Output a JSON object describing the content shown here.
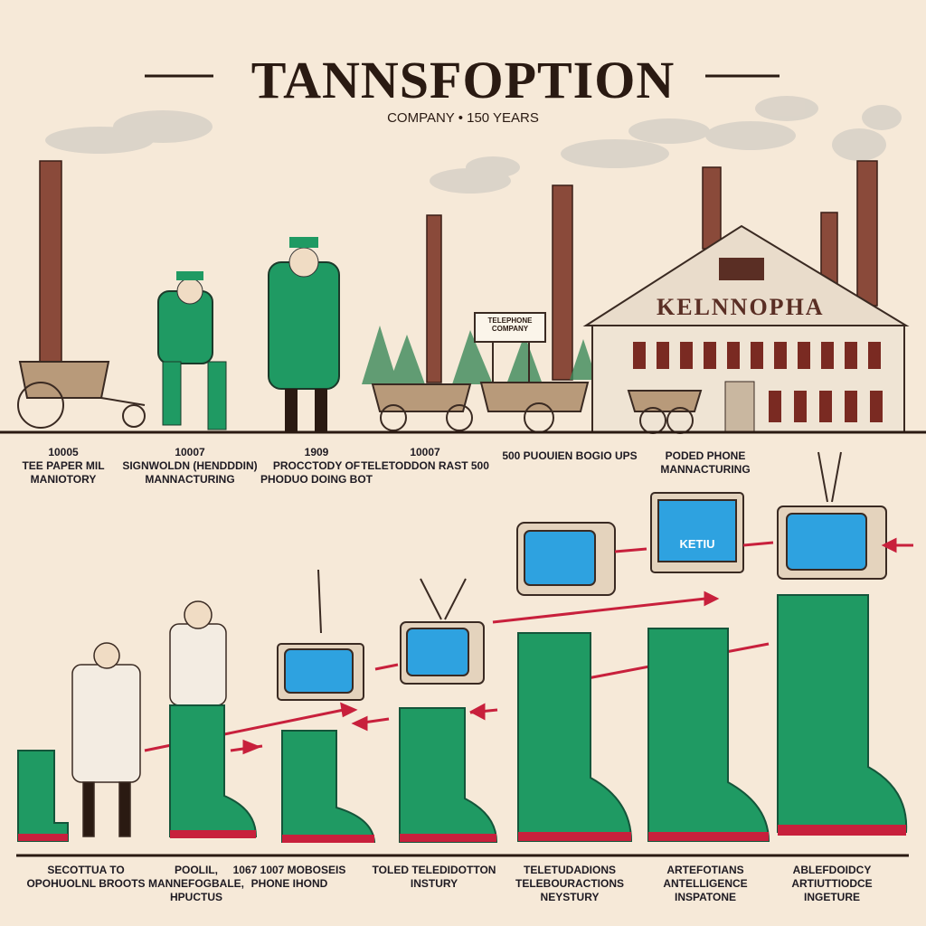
{
  "header": {
    "title": "TANNSFOPTION",
    "subtitle": "COMPANY • 150 YEARS"
  },
  "factory_sign": "KELNNOPHA",
  "small_sign": "TELEPHONE COMPANY",
  "tv_screen_label": "KETIU",
  "top_captions": [
    {
      "year": "10005",
      "text": "TEE PAPER MIL MANIOTORY"
    },
    {
      "year": "10007",
      "text": "SIGNWOLDN (HENDDDIN) MANNACTURING"
    },
    {
      "year": "1909",
      "text": "PROCCTODY OF PHODUO DOING BOT"
    },
    {
      "year": "10007",
      "text": "TELETODDON RAST 500"
    },
    {
      "year": "",
      "text": "500 PUOUIEN BOGIO UPS"
    },
    {
      "year": "",
      "text": "PODED PHONE MANNACTURING"
    }
  ],
  "bottom_captions": [
    "SECOTTUA TO OPOHUOLNL BROOTS",
    "POOLIL, MANNEFOGBALE, HPUCTUS",
    "1067 1007 MOBOSEIS PHONE IHOND",
    "TOLED TELEDIDOTTON INSTURY",
    "TELETUDADIONS TELEBOURACTIONS NEYSTURY",
    "ARTEFOTIANS ANTELLIGENCE INSPATONE",
    "ABLEFDOIDCY ARTIUTTIODCE INGETURE"
  ],
  "colors": {
    "background": "#f6e9d8",
    "green": "#1f9a63",
    "brick": "#8a4a3a",
    "screen": "#2ea2e0",
    "arrow": "#c8203c",
    "ink": "#2a1a12"
  }
}
